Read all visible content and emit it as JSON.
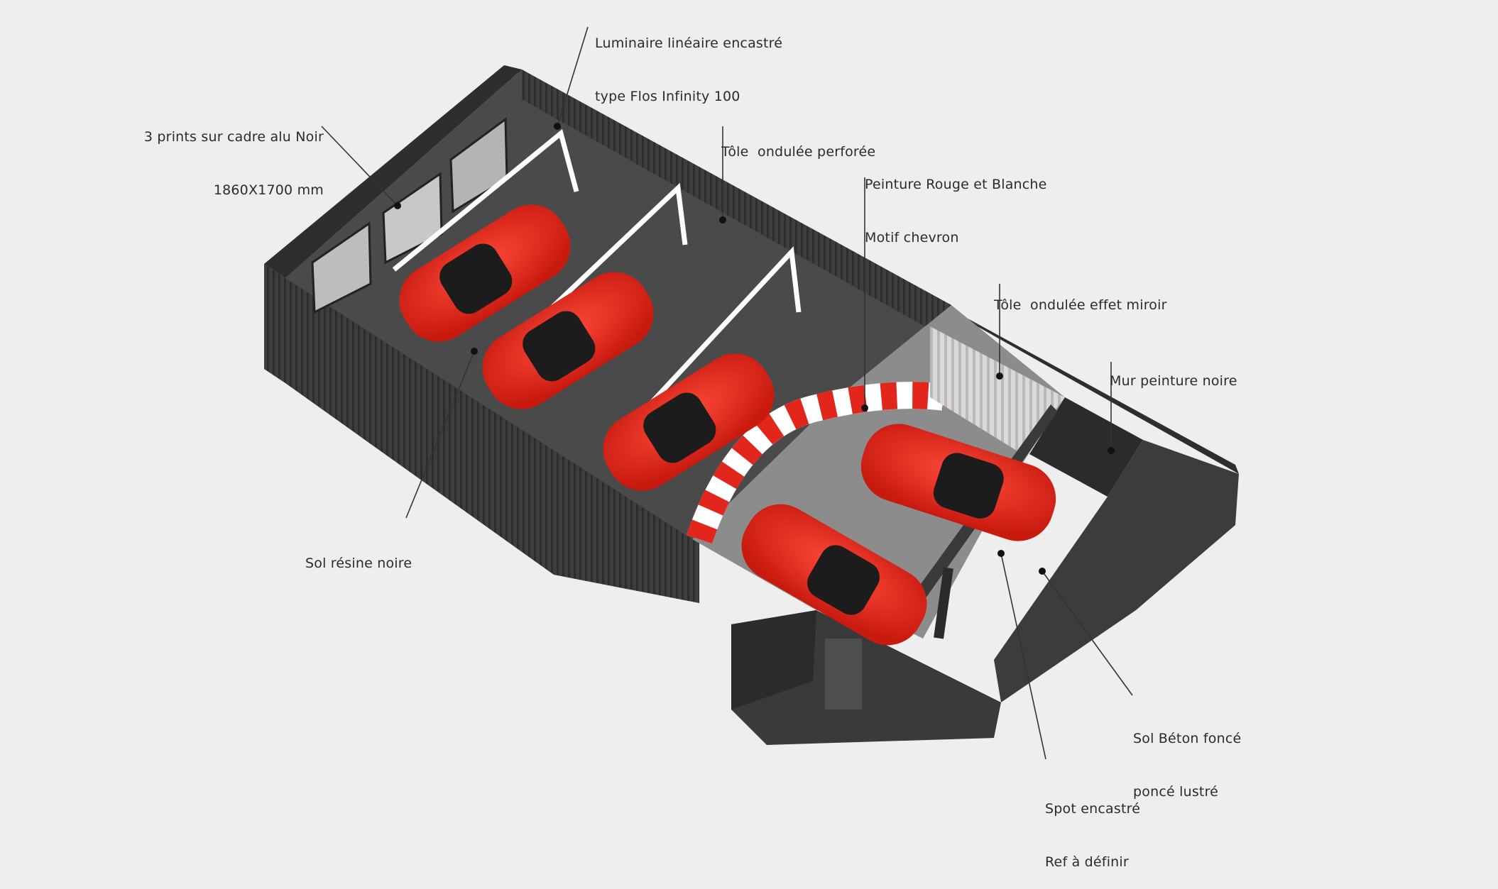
{
  "callouts": {
    "luminaire": [
      "Luminaire linéaire encastré",
      "type Flos Infinity 100"
    ],
    "prints": [
      "3 prints sur cadre alu Noir",
      "1860X1700 mm"
    ],
    "tole_perforee": [
      "Tôle  ondulée perforée"
    ],
    "peinture": [
      "Peinture Rouge et Blanche",
      "Motif chevron"
    ],
    "tole_miroir": [
      "Tôle  ondulée effet miroir"
    ],
    "mur_noir": [
      "Mur peinture noire"
    ],
    "sol_resine": [
      "Sol résine noire"
    ],
    "sol_beton": [
      "Sol Béton foncé",
      "poncé lustré"
    ],
    "spot": [
      "Spot encastré",
      "Ref à définir"
    ]
  },
  "colors": {
    "background": "#eeeeee",
    "wall": "#3a3a3a",
    "floor_resin": "#4a4a4a",
    "floor_concrete": "#8a8a8a",
    "car_red": "#e3261c",
    "chevron_white": "#ffffff"
  }
}
